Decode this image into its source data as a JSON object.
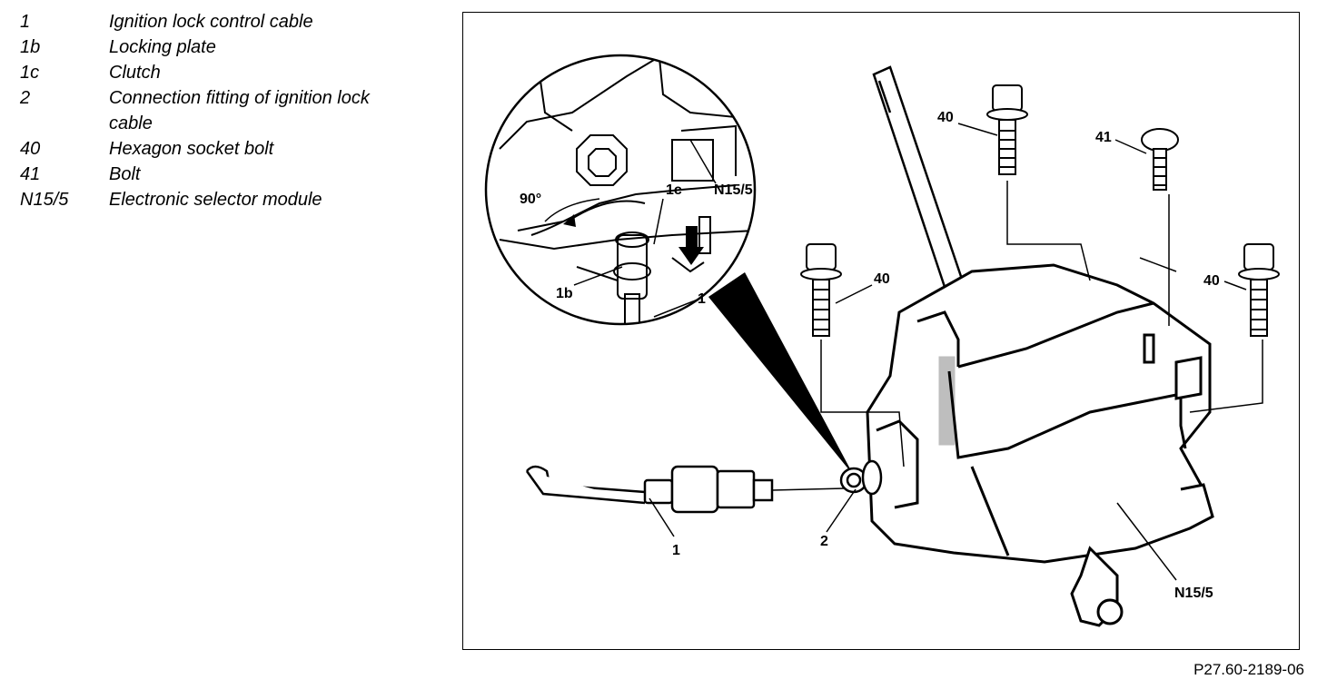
{
  "legend": [
    {
      "key": "1",
      "text": "Ignition lock control cable"
    },
    {
      "key": "1b",
      "text": "Locking plate"
    },
    {
      "key": "1c",
      "text": "Clutch"
    },
    {
      "key": "2",
      "text": "Connection fitting of ignition lock cable"
    },
    {
      "key": "40",
      "text": "Hexagon socket bolt"
    },
    {
      "key": "41",
      "text": "Bolt"
    },
    {
      "key": "N15/5",
      "text": "Electronic selector module"
    }
  ],
  "callouts": {
    "detail_angle": "90°",
    "detail_1c": "1c",
    "detail_n15": "N15/5",
    "detail_1b": "1b",
    "detail_1": "1",
    "bolt40_top": "40",
    "bolt41": "41",
    "bolt40_left": "40",
    "bolt40_right": "40",
    "cable_1": "1",
    "fitting_2": "2",
    "module_n15": "N15/5"
  },
  "figure_code": "P27.60-2189-06"
}
